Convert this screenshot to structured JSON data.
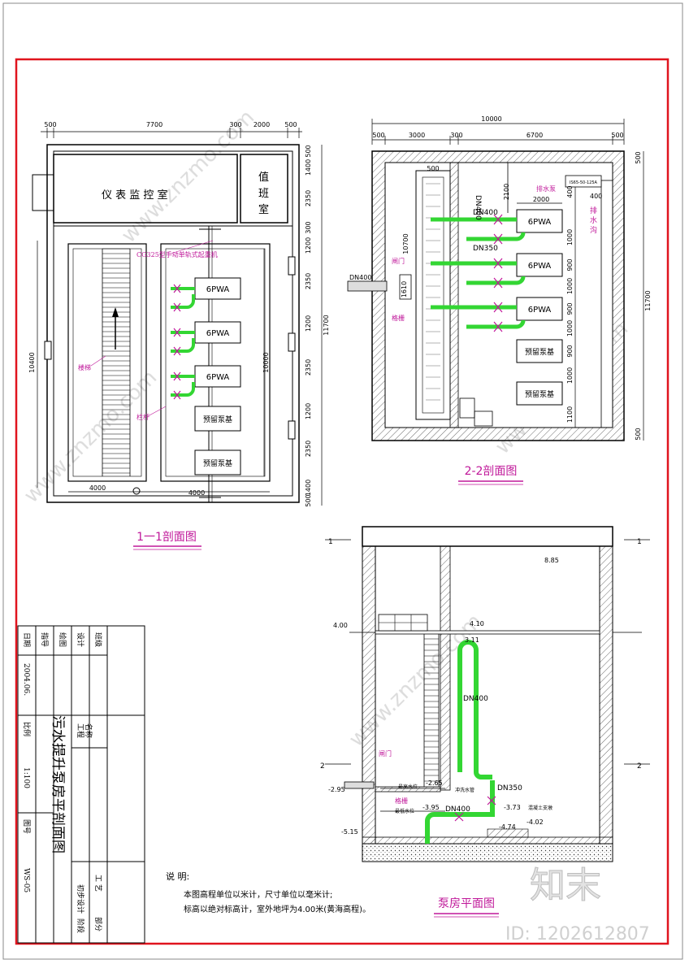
{
  "sheet": {
    "notes_title": "说 明:",
    "notes": [
      "本图高程单位以米计，尺寸单位以毫米计;",
      "标高以绝对标高计，室外地坪为4.00米(黄海高程)。"
    ],
    "watermark_brand": "知末",
    "id_text": "ID: 1202612807"
  },
  "plan11": {
    "title": "1一1剖面图",
    "dims_top": [
      "500",
      "7700",
      "300",
      "2000",
      "500"
    ],
    "dims_bottom": [
      "4000",
      "4000"
    ],
    "dims_right": [
      "500",
      "1400",
      "2350",
      "300",
      "1200",
      "2350",
      "1200",
      "2350",
      "1200",
      "2350",
      "1400",
      "500"
    ],
    "dims_right_total": "11700",
    "dims_left_total": "10400",
    "inner_dim": "10000",
    "room1": "仪 表 监 控 室",
    "room2": "值\n班\n室",
    "crane": "CG325型手动单轨式起重机",
    "stair": "楼梯",
    "rail": "栏杆",
    "pumps": [
      "6PWA",
      "6PWA",
      "6PWA"
    ],
    "reserved": [
      "预留泵基",
      "预留泵基"
    ]
  },
  "plan22": {
    "title": "2-2剖面图",
    "dims_top_total": "10000",
    "dims_top": [
      "500",
      "3000",
      "300",
      "6700",
      "500"
    ],
    "dims_right_total": "11700",
    "dims_right": [
      "500",
      "400",
      "1000",
      "900",
      "1000",
      "900",
      "1000",
      "900",
      "1000",
      "1100",
      "500"
    ],
    "pipe_in": "DN400",
    "valve": "闸门",
    "grill": "格栅",
    "grill_dim": "1610",
    "channel_len": "10700",
    "channel_w": "500",
    "riser": "DN400",
    "riser_dim": "2100",
    "manifold": "DN400",
    "branch": "DN350",
    "pump_spacing": "2000",
    "drain_pump": "排水泵",
    "drain_pump_model": "IS65-50-125A",
    "drain_ditch": "排\n水\n沟",
    "drain_dim": "400",
    "pumps": [
      "6PWA",
      "6PWA",
      "6PWA"
    ],
    "reserved": [
      "预留泵基",
      "预留泵基"
    ]
  },
  "section": {
    "title": "泵房平面图",
    "cut1": "1",
    "cut2": "2",
    "elev_roof": "8.85",
    "elev_ground": "4.00",
    "elev_top": "4.10",
    "elev_bend": "3.11",
    "riser": "DN400",
    "branch": "DN350",
    "suction": "DN400",
    "valve": "闸门",
    "grill": "格栅",
    "max_level": "最高水位",
    "min_level": "最低水位",
    "flush": "冲洗水管",
    "support": "混凝土支墩",
    "elev_in": "-2.95",
    "elev_max": "-2.65",
    "elev_min": "-3.95",
    "elev_pump": "-3.73",
    "elev_floor1": "-4.02",
    "elev_floor2": "-4.74",
    "elev_bottom": "-5.15"
  },
  "titleblock": {
    "rows_left": [
      "日期",
      "指导",
      "绘图",
      "设计",
      "班级"
    ],
    "date": "2004.06.",
    "project_label": "工程\n名称",
    "drawing_name": "污水提升泵房平剖面图",
    "scale_label": "比例",
    "scale": "1:100",
    "drawing_no_label": "图号",
    "drawing_no": "WS-05",
    "dept_label": "工 艺",
    "stage_label": "初步设计",
    "stage_label2": "阶段",
    "part_label": "部分"
  },
  "colors": {
    "border": "#e0141e",
    "pipe": "#33d633",
    "title": "#c0189a",
    "line": "#000000",
    "watermark": "#cfcfcf"
  }
}
